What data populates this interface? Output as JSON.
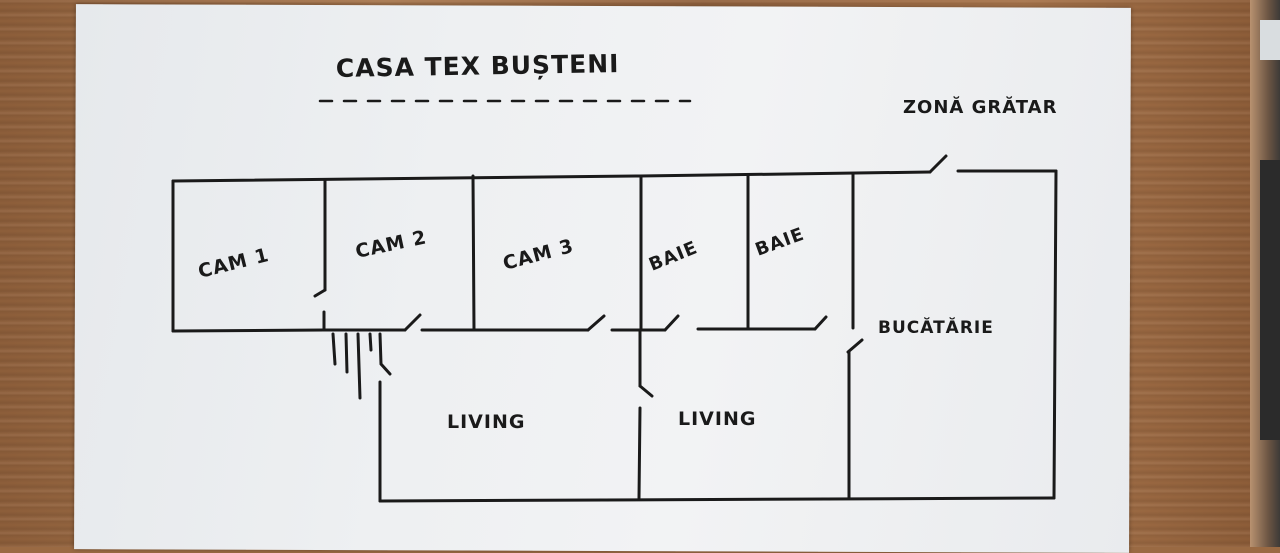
{
  "diagram": {
    "title": "CASA TEX BUȘTENI",
    "rooms": [
      {
        "id": "cam1",
        "label": "CAM 1"
      },
      {
        "id": "cam2",
        "label": "CAM 2"
      },
      {
        "id": "cam3",
        "label": "CAM 3"
      },
      {
        "id": "baie1",
        "label": "BAIE"
      },
      {
        "id": "baie2",
        "label": "BAIE"
      },
      {
        "id": "bucatarie",
        "label": "BUCĂTĂRIE"
      },
      {
        "id": "living1",
        "label": "LIVING"
      },
      {
        "id": "living2",
        "label": "LIVING"
      }
    ],
    "outside_label": "ZONĂ GRĂTAR",
    "colors": {
      "ink": "#1a1a1a",
      "paper": "#eef0f2",
      "wood": "#9a6a43"
    }
  }
}
